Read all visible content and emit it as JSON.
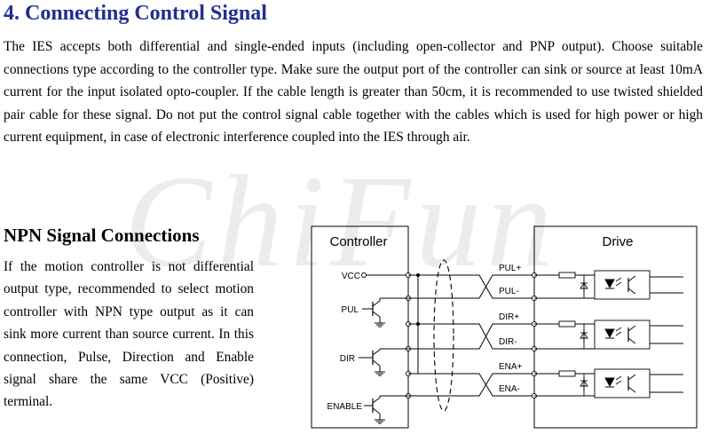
{
  "section_title": "4. Connecting Control Signal",
  "intro_text": "The IES accepts both differential and single-ended inputs (including open-collector and PNP output). Choose suitable connections type according to the controller type. Make sure the output port of the controller can sink or source at least 10mA current for the input isolated opto-coupler. If the cable length is greater than 50cm, it is recommended to use twisted shielded pair cable for these signal. Do not put the control signal cable together with the cables which is used for high power or high current equipment, in case of electronic interference coupled into the IES through air.",
  "watermark": "ChiFun",
  "npn_heading": "NPN Signal Connections",
  "npn_text": "If the motion controller is not differential output type, recommended to select motion controller with NPN type output as it can sink more current than source current. In this connection, Pulse, Direction and Enable signal share the same VCC (Positive) terminal.",
  "diagram": {
    "controller_label": "Controller",
    "drive_label": "Drive",
    "controller_pins": [
      "VCC",
      "PUL",
      "DIR",
      "ENABLE"
    ],
    "drive_pins": [
      "PUL+",
      "PUL-",
      "DIR+",
      "DIR-",
      "ENA+",
      "ENA-"
    ]
  }
}
